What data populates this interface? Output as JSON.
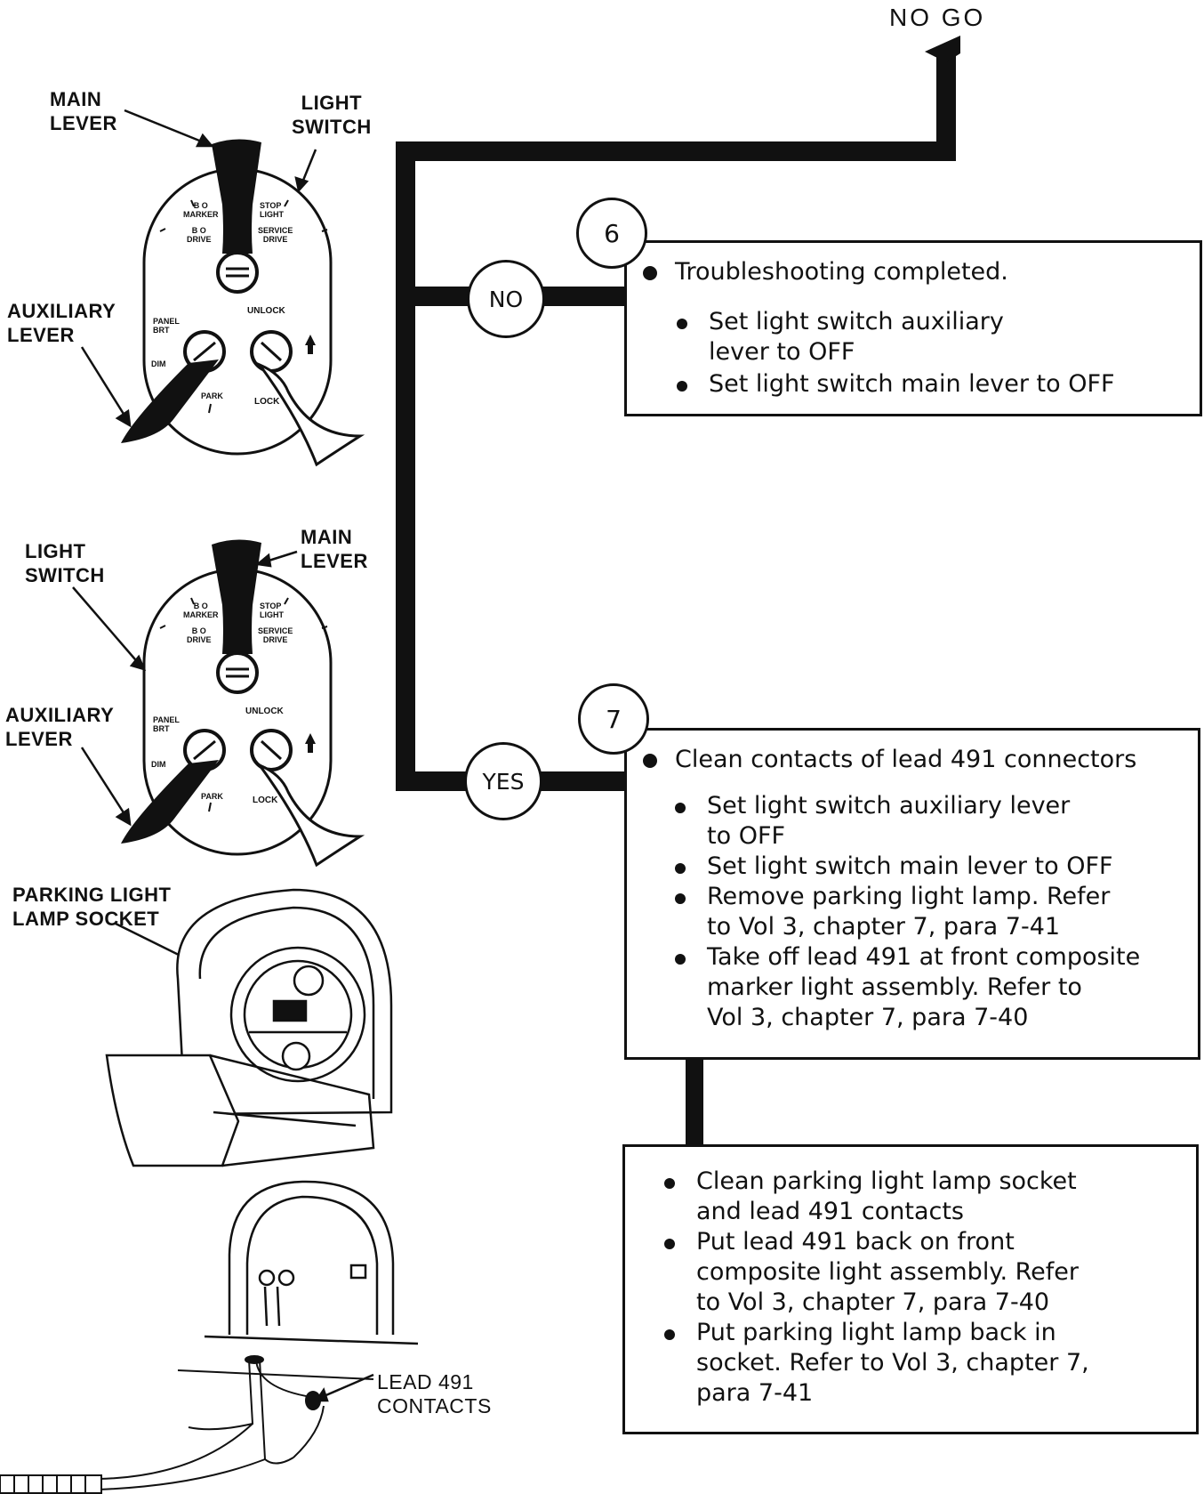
{
  "header": {
    "nogo": "NO GO"
  },
  "illustrations": {
    "switch_top": {
      "main_lever": "MAIN\nLEVER",
      "light_switch": "LIGHT\nSWITCH",
      "auxiliary_lever": "AUXILIARY\nLEVER"
    },
    "switch_bottom": {
      "light_switch": "LIGHT\nSWITCH",
      "main_lever": "MAIN\nLEVER",
      "auxiliary_lever": "AUXILIARY\nLEVER"
    },
    "switch_face": {
      "bo_marker": "B O\nMARKER",
      "bo_drive": "B O\nDRIVE",
      "stop_light": "STOP\nLIGHT",
      "service_drive": "SERVICE\nDRIVE",
      "panel_brt": "PANEL\nBRT",
      "unlock": "UNLOCK",
      "dim": "DIM",
      "park": "PARK",
      "lock": "LOCK"
    },
    "lamp_socket": "PARKING LIGHT\nLAMP SOCKET",
    "lead_contacts": "LEAD 491\nCONTACTS"
  },
  "flow": {
    "no_label": "NO",
    "yes_label": "YES",
    "step6": {
      "number": "6",
      "title": "Troubleshooting completed.",
      "items": [
        "Set light switch auxiliary\nlever to OFF",
        "Set light switch main lever to OFF"
      ]
    },
    "step7": {
      "number": "7",
      "title": "Clean contacts of lead 491 connectors",
      "items": [
        "Set light switch auxiliary lever\nto OFF",
        "Set light switch main lever to OFF",
        "Remove parking light lamp.  Refer\nto Vol 3, chapter 7, para 7-41",
        "Take off lead 491 at front composite\nmarker light assembly.  Refer to\nVol 3, chapter 7, para 7-40"
      ]
    },
    "step8": {
      "items": [
        "Clean parking light lamp socket\nand lead 491 contacts",
        "Put lead 491 back on front\ncomposite light assembly.  Refer\nto Vol 3, chapter 7, para 7-40",
        "Put parking light lamp back in\nsocket.  Refer to Vol 3, chapter 7,\npara 7-41"
      ]
    }
  }
}
